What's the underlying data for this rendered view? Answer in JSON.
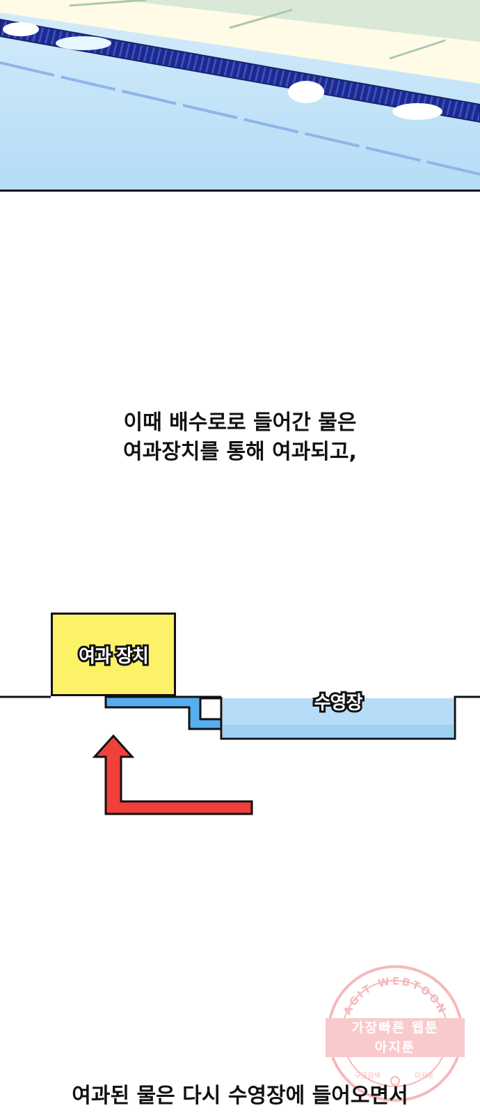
{
  "captions": {
    "first": [
      "이때 배수로로 들어간 물은",
      "여과장치를 통해 여과되고,"
    ],
    "second": [
      "여과된 물은 다시 수영장에 들어오면서"
    ]
  },
  "diagram": {
    "filter_label": "여과 장치",
    "pool_label": "수영장"
  },
  "watermark": {
    "ring_text": "AGIT WEBTOON",
    "line1": "가장빠른 웹툰",
    "line2": "아지툰",
    "bottom_left": "구글검색",
    "bottom_right": "아지툰"
  },
  "colors": {
    "pool_water": "#b6dcf7",
    "filter_box": "#fbf267",
    "pipe": "#55aef0",
    "arrow": "#f0403a",
    "stamp": "#f07f85"
  }
}
